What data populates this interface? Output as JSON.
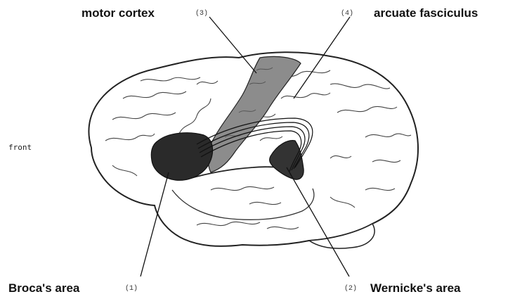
{
  "labels": {
    "motor_cortex": "motor cortex",
    "motor_cortex_num": "(3)",
    "arcuate": "arcuate fasciculus",
    "arcuate_num": "(4)",
    "broca": "Broca's area",
    "broca_num": "(1)",
    "wernicke": "Wernicke's area",
    "wernicke_num": "(2)",
    "front": "front"
  },
  "colors": {
    "background": "#ffffff",
    "outline": "#222222",
    "broca_fill": "#2a2a2a",
    "wernicke_fill": "#333333",
    "motor_fill": "#8c8c8c"
  }
}
